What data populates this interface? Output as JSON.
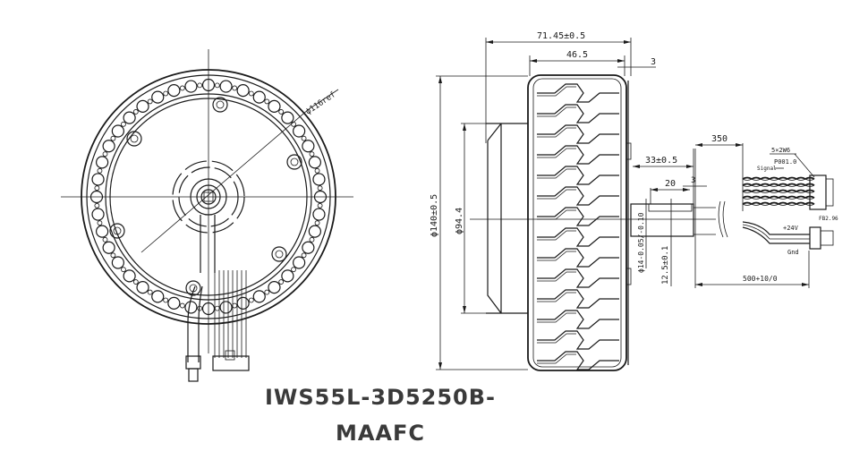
{
  "title": "IWS55L-3D5250B-MAAFC",
  "front_view": {
    "label_diameter_ref": "ϕ116ref"
  },
  "side_view": {
    "dim_overall_width": "71.45±0.5",
    "dim_tire_width": "46.5",
    "dim_offset": "3",
    "dim_outer_diameter": "ϕ140±0.5",
    "dim_hub_diameter": "ϕ94.4",
    "dim_shaft_length": "33±0.5",
    "dim_shaft_step": "20",
    "dim_shaft_gap": "3",
    "dim_shaft_diameter": "ϕ14-0.05/-0.10",
    "dim_shaft_flat": "12.5±0.1"
  },
  "wiring": {
    "dim_signal_length": "350",
    "signal_connector_label": "5×2W6",
    "signal_connector_pitch": "P001.0",
    "signal_wire_label": "Signal",
    "dim_power_length": "500+10/0",
    "power_positive_label": "+24V",
    "power_ground_label": "Gnd",
    "power_connector_label": "FB2.96"
  },
  "colors": {
    "line": "#1a1a1a",
    "title": "#3a3a3a",
    "background": "#ffffff"
  }
}
